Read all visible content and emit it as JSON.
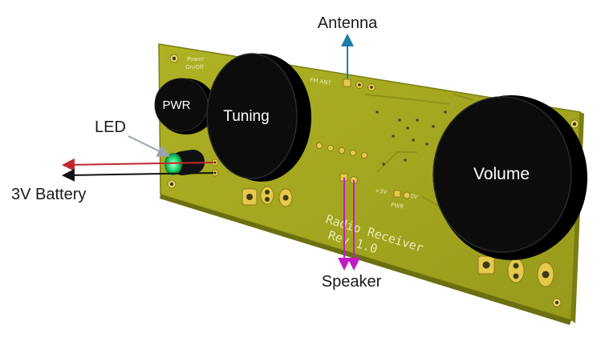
{
  "labels": {
    "antenna": "Antenna",
    "led": "LED",
    "battery": "3V Battery",
    "speaker": "Speaker"
  },
  "knobs": {
    "pwr": "PWR",
    "tuning": "Tuning",
    "volume": "Volume"
  },
  "silkscreen": {
    "power_line1": "Power",
    "power_line2": "On/Off",
    "fm_ant": "FM ANT",
    "plus3v": "+3V",
    "zerov": "0V",
    "pwr": "PWR",
    "board_name": "Radio Receiver",
    "revision": "Rev 1.0"
  },
  "colors": {
    "board": "#a3a620",
    "antenna_arrow": "#1a7fa8",
    "battery_pos": "#c0282d",
    "battery_neg": "#111111",
    "speaker_arrow": "#c41cc4",
    "led_glow": "#27e07a",
    "knob": "#0c0c0c"
  }
}
